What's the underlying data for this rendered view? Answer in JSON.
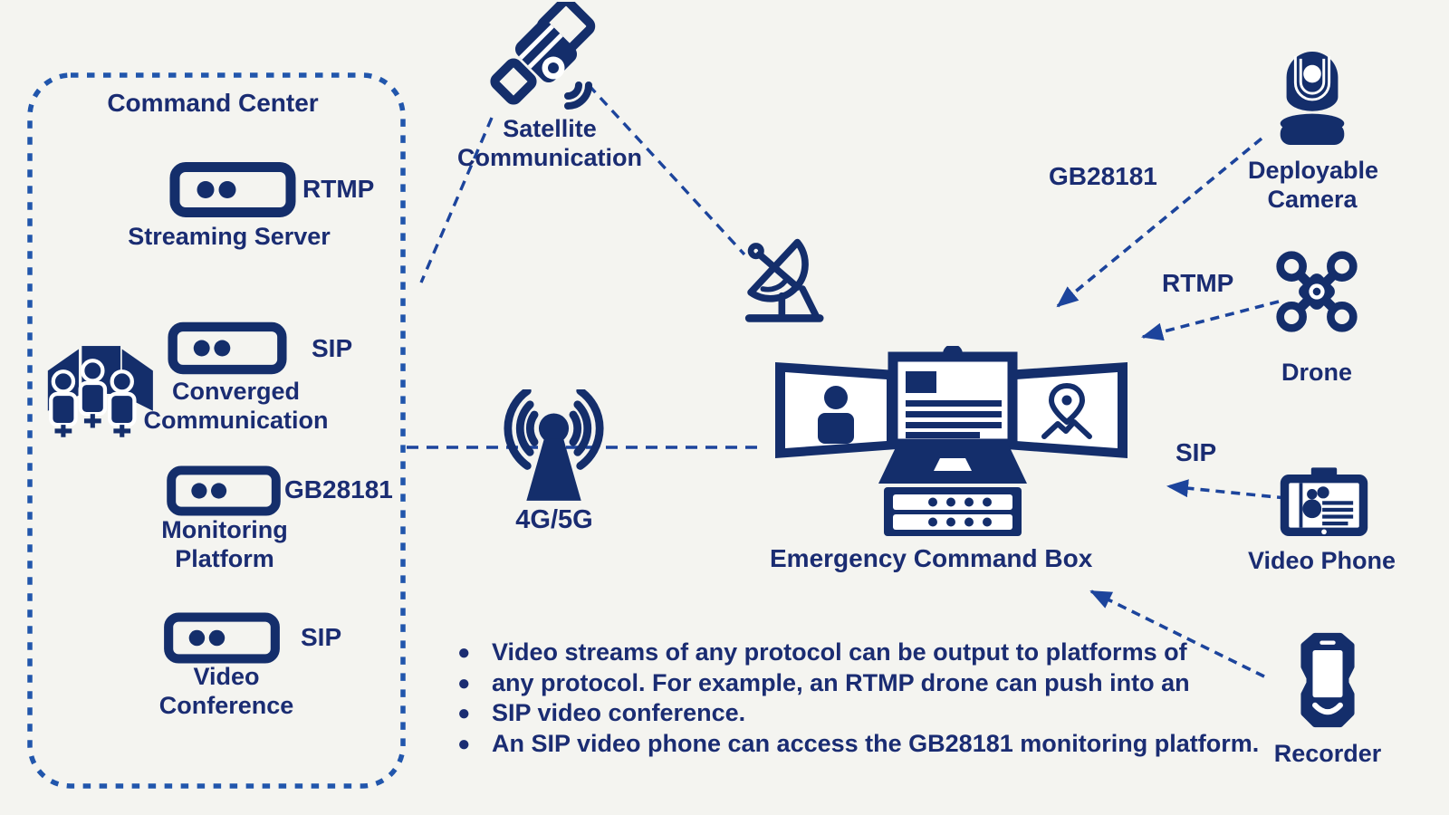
{
  "colors": {
    "background": "#f4f4f0",
    "ink": "#142e6b",
    "text": "#1a2c72",
    "line": "#1c449c",
    "box_border": "#2156ac"
  },
  "command_center": {
    "title": "Command Center",
    "servers": [
      {
        "label": "Streaming Server",
        "protocol": "RTMP"
      },
      {
        "label": "Converged Communication",
        "protocol": "SIP"
      },
      {
        "label": "Monitoring Platform",
        "protocol": "GB28181"
      },
      {
        "label": "Video Conference",
        "protocol": "SIP"
      }
    ]
  },
  "links": {
    "satellite": "Satellite Communication",
    "cellular": "4G/5G"
  },
  "command_box": {
    "label": "Emergency Command Box"
  },
  "devices": {
    "camera": {
      "label": "Deployable Camera",
      "protocol": "GB28181"
    },
    "drone": {
      "label": "Drone",
      "protocol": "RTMP"
    },
    "video_phone": {
      "label": "Video Phone",
      "protocol": "SIP"
    },
    "recorder": {
      "label": "Recorder"
    }
  },
  "notes": [
    "Video streams of any protocol can be output to platforms of",
    "any protocol. For example, an RTMP drone can push into an",
    "SIP video conference.",
    "An SIP video phone can access the GB28181 monitoring platform."
  ]
}
